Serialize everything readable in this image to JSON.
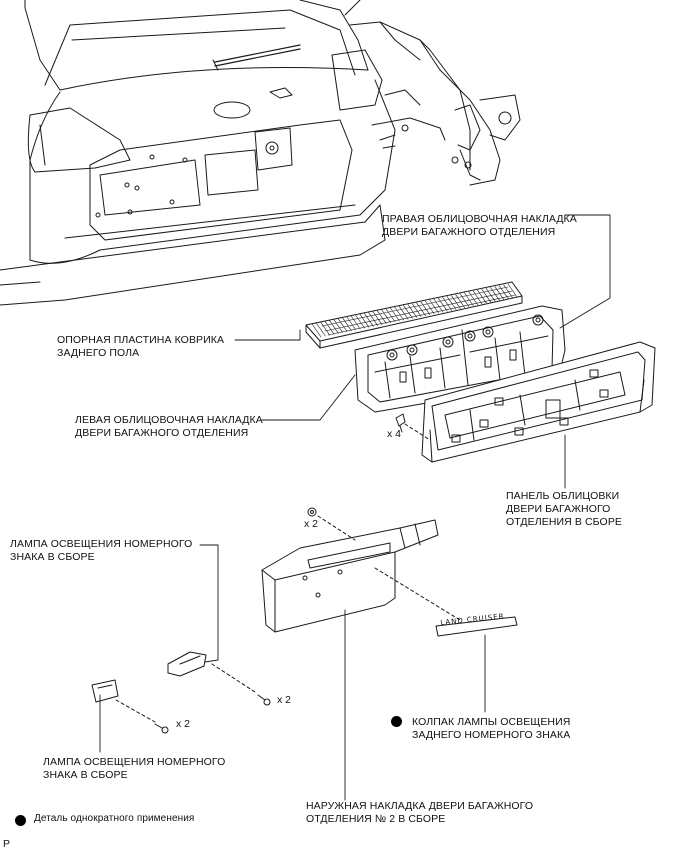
{
  "labels": {
    "right_trim": "ПРАВАЯ ОБЛИЦОВОЧНАЯ НАКЛАДКА\nДВЕРИ БАГАЖНОГО ОТДЕЛЕНИЯ",
    "floor_plate": "ОПОРНАЯ ПЛАСТИНА КОВРИКА\nЗАДНЕГО ПОЛА",
    "left_trim": "ЛЕВАЯ ОБЛИЦОВОЧНАЯ НАКЛАДКА\nДВЕРИ БАГАЖНОГО ОТДЕЛЕНИЯ",
    "door_panel": "ПАНЕЛЬ ОБЛИЦОВКИ\nДВЕРИ БАГАЖНОГО\nОТДЕЛЕНИЯ В СБОРЕ",
    "lamp_upper": "ЛАМПА ОСВЕЩЕНИЯ НОМЕРНОГО\nЗНАКА В СБОРЕ",
    "lamp_lower": "ЛАМПА ОСВЕЩЕНИЯ НОМЕРНОГО\nЗНАКА В СБОРЕ",
    "lamp_cover": "КОЛПАК ЛАМПЫ ОСВЕЩЕНИЯ\nЗАДНЕГО НОМЕРНОГО ЗНАКА",
    "outer_garnish": "НАРУЖНАЯ НАКЛАДКА ДВЕРИ БАГАЖНОГО\nОТДЕЛЕНИЯ № 2 В СБОРЕ",
    "legend": "Деталь однократного применения",
    "page_letter": "P"
  },
  "quantities": {
    "clips_x4": "x 4",
    "screws_x2_upper": "x 2",
    "screws_x2_right": "x 2",
    "screws_x2_lower": "x 2"
  },
  "emblem_text": "LAND CRUISER",
  "colors": {
    "line": "#1a1a1a",
    "marker": "#000000",
    "background": "#ffffff"
  }
}
